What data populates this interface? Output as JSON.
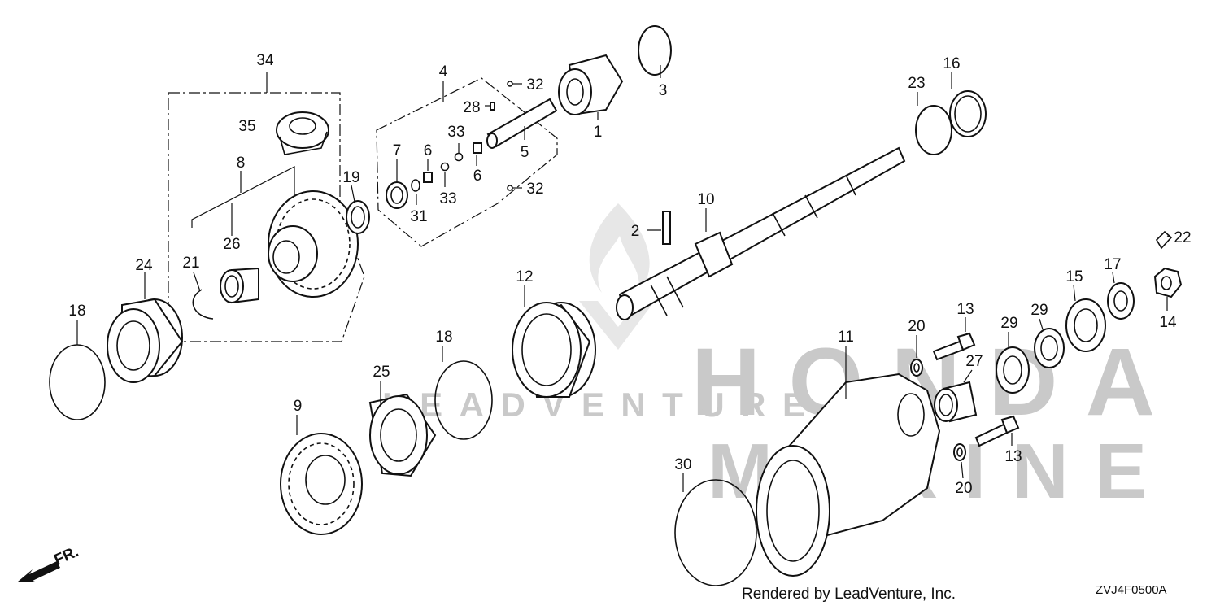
{
  "watermark": {
    "brand_top": "HONDA",
    "brand_bottom": "MARINE",
    "vendor": "LEADVENTURE"
  },
  "footer": {
    "rendered_by": "Rendered by LeadVenture, Inc.",
    "diagram_code": "ZVJ4F0500A"
  },
  "front_marker": "FR.",
  "callouts": [
    "34",
    "35",
    "8",
    "21",
    "26",
    "19",
    "4",
    "28",
    "32",
    "33",
    "7",
    "6",
    "31",
    "5",
    "1",
    "3",
    "23",
    "16",
    "10",
    "2",
    "22",
    "24",
    "18",
    "25",
    "9",
    "12",
    "13",
    "20",
    "11",
    "27",
    "29",
    "15",
    "17",
    "14",
    "30"
  ]
}
